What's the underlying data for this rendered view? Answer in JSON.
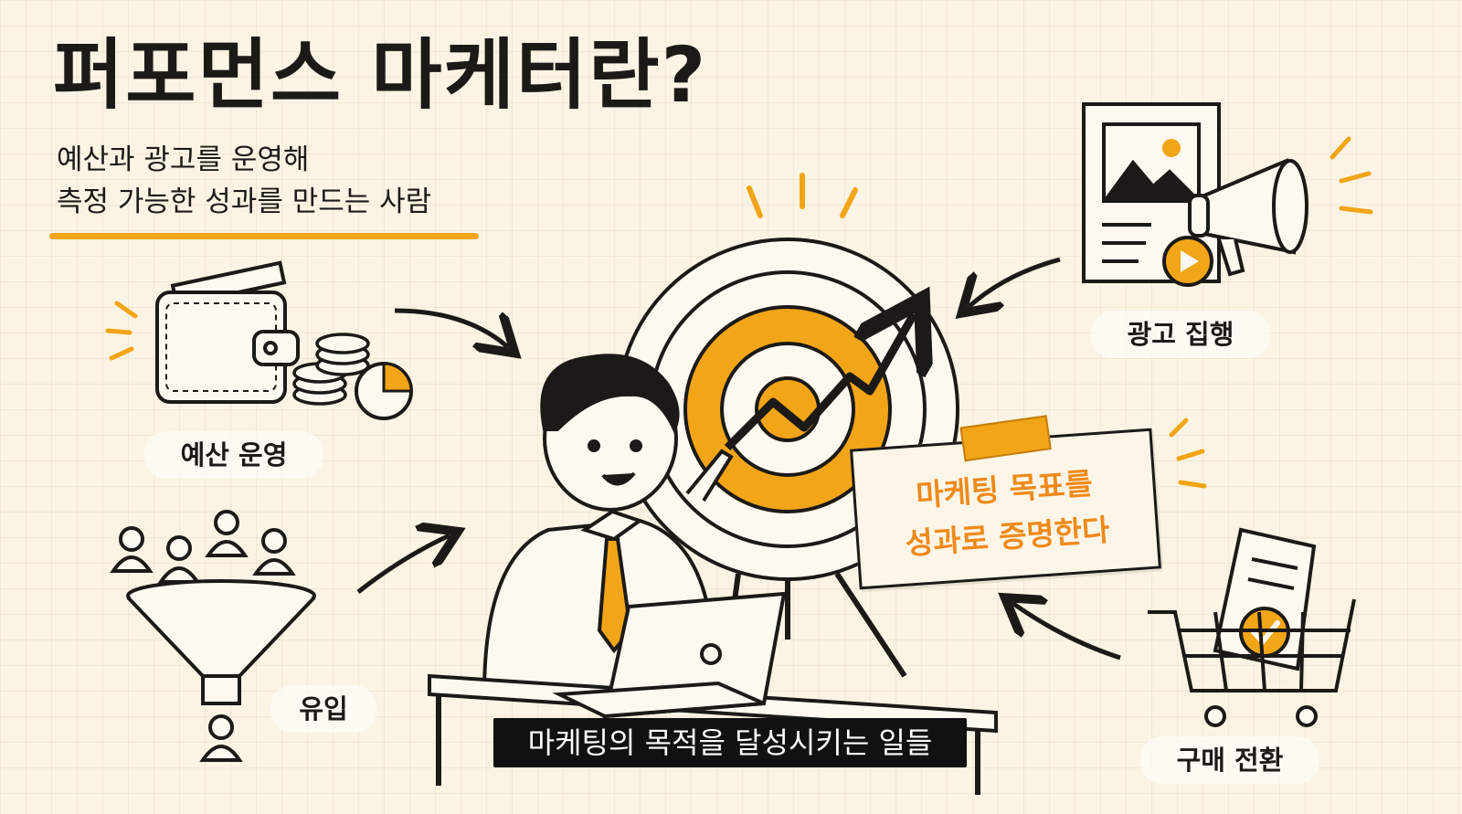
{
  "title": "퍼포먼스 마케터란?",
  "subtitle": {
    "line1": "예산과 광고를 운영해",
    "line2": "측정 가능한 성과를 만드는 사람"
  },
  "labels": {
    "budget": "예산 운영",
    "ads": "광고 집행",
    "inflow": "유입",
    "purchase": "구매 전환"
  },
  "note": {
    "line1": "마케팅 목표를",
    "line2": "성과로 증명한다"
  },
  "caption": "마케팅의 목적을 달성시키는 일들",
  "colors": {
    "accent": "#f2a516",
    "accent_text": "#f08a1a",
    "ink": "#1c1a17",
    "background": "#fbf3e3"
  },
  "icons": [
    "wallet-icon",
    "coins-icon",
    "pie-chart-icon",
    "people-icon",
    "funnel-icon",
    "target-icon",
    "trend-arrow-icon",
    "ad-document-icon",
    "megaphone-icon",
    "play-icon",
    "shopping-cart-icon",
    "receipt-icon",
    "checkmark-icon",
    "marketer-illustration",
    "laptop-icon"
  ]
}
